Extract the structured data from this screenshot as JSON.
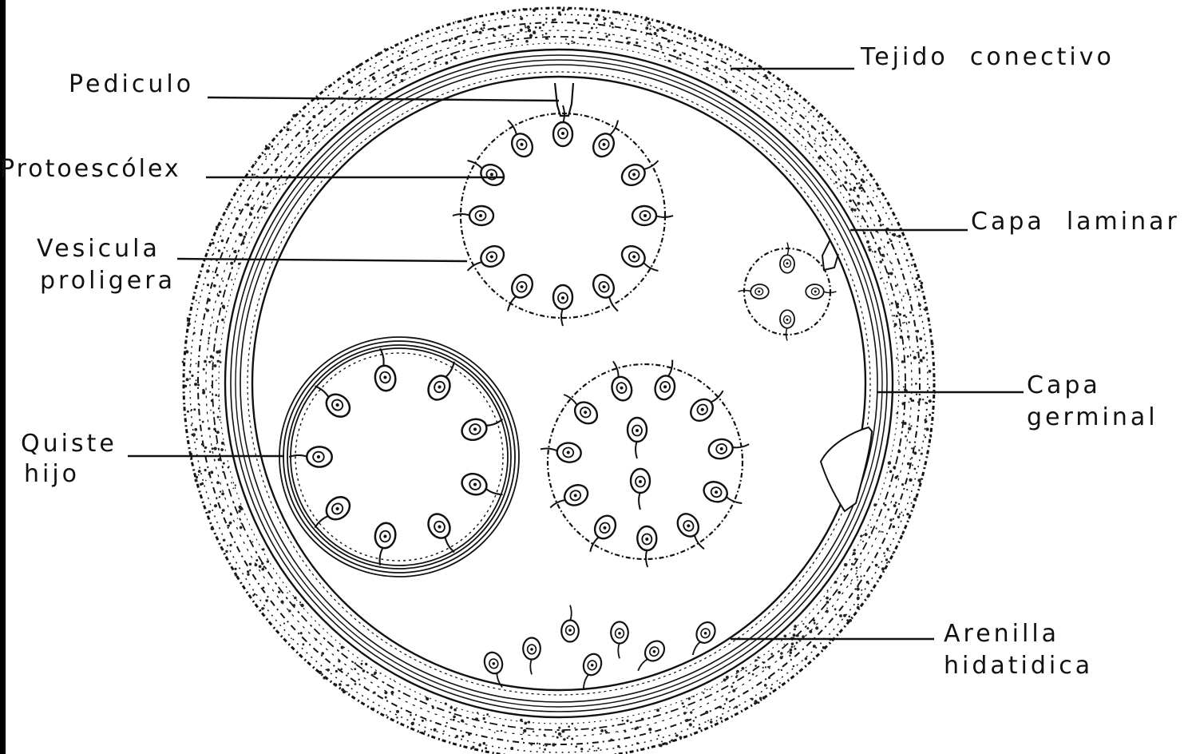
{
  "labels": {
    "pediculo": "Pediculo",
    "protoescolex": "Protoescólex",
    "vesicula_line1": "Vesicula",
    "vesicula_line2": "proligera",
    "quiste_line1": "Quiste",
    "quiste_line2": "hijo",
    "tejido": "Tejido  conectivo",
    "capa_laminar": "Capa  laminar",
    "capa_germinal_line1": "Capa",
    "capa_germinal_line2": "germinal",
    "arenilla_line1": "Arenilla",
    "arenilla_line2": "hidatidica"
  },
  "colors": {
    "ink": "#111111",
    "paper": "#ffffff"
  }
}
